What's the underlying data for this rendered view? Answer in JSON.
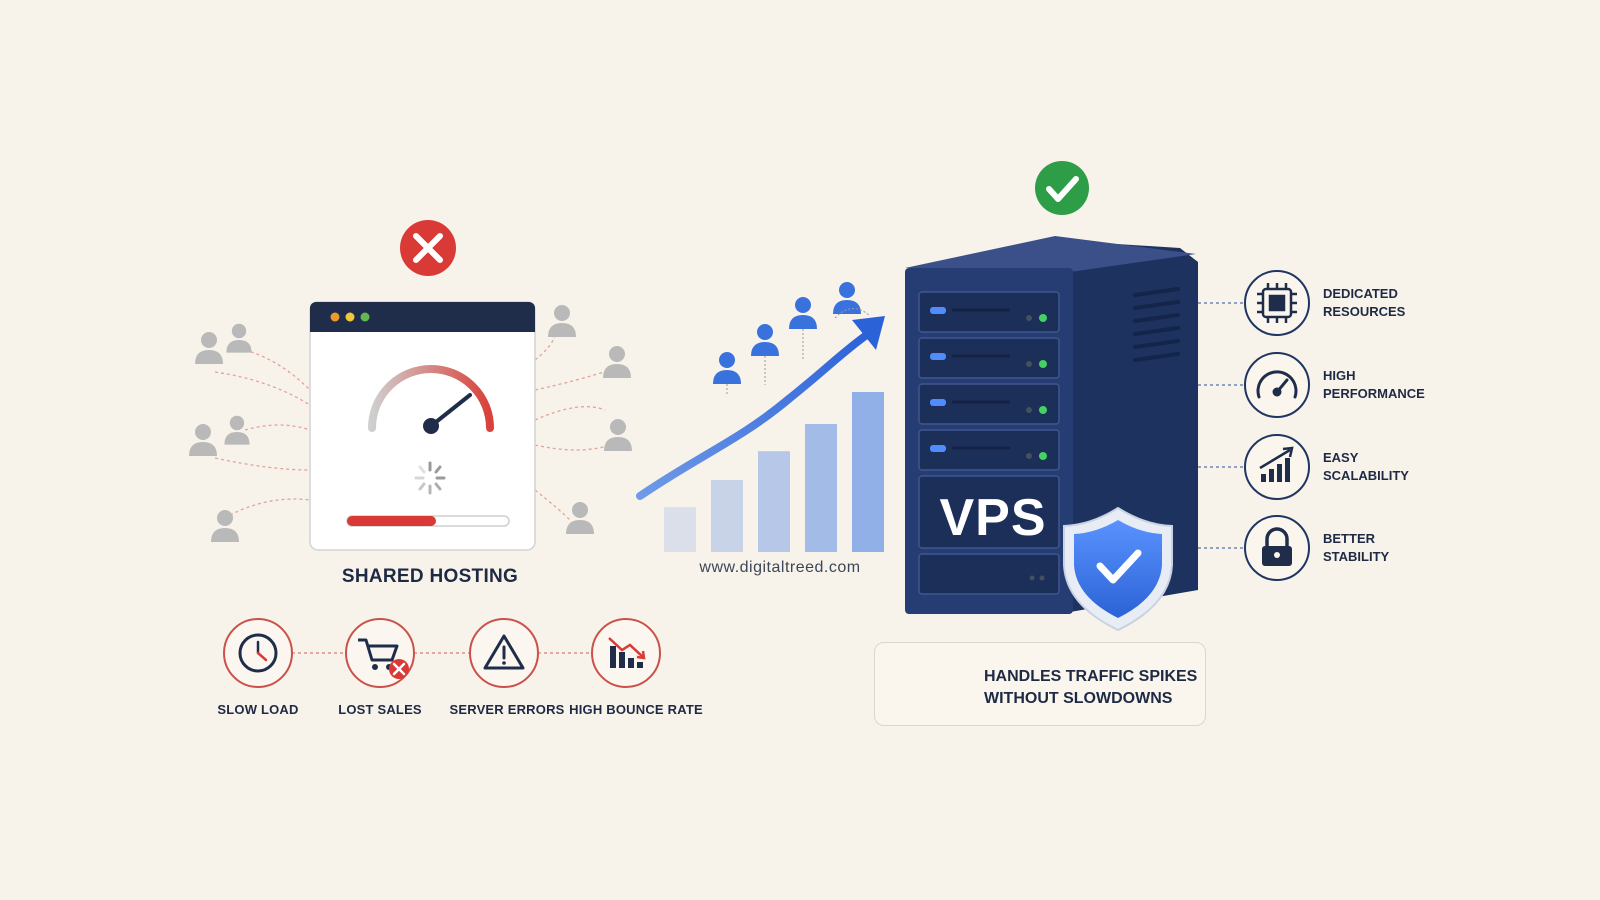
{
  "shared_hosting": {
    "title": "SHARED HOSTING",
    "status": "fail",
    "issues": [
      {
        "label": "SLOW LOAD",
        "icon": "clock-icon"
      },
      {
        "label": "LOST SALES",
        "icon": "cart-x-icon"
      },
      {
        "label": "SERVER ERRORS",
        "icon": "warning-icon"
      },
      {
        "label": "HIGH BOUNCE RATE",
        "icon": "chart-down-icon"
      }
    ],
    "load_progress": 0.55
  },
  "growth": {
    "url": "www.digitaltreed.com",
    "bars": [
      0.28,
      0.45,
      0.63,
      0.8,
      1.0
    ]
  },
  "vps": {
    "label": "VPS",
    "status": "pass",
    "features": [
      {
        "line1": "DEDICATED",
        "line2": "RESOURCES",
        "icon": "chip-icon"
      },
      {
        "line1": "HIGH",
        "line2": "PERFORMANCE",
        "icon": "speedometer-icon"
      },
      {
        "line1": "EASY",
        "line2": "SCALABILITY",
        "icon": "growth-chart-icon"
      },
      {
        "line1": "BETTER",
        "line2": "STABILITY",
        "icon": "lock-icon"
      }
    ],
    "callout": {
      "line1": "HANDLES TRAFFIC SPIKES",
      "line2": "WITHOUT SLOWDOWNS"
    }
  },
  "colors": {
    "background": "#f8f3ea",
    "navy": "#1e2a44",
    "server": "#1f3563",
    "red": "#d93a36",
    "green": "#2e9d48",
    "blue": "#3a72dd",
    "grey": "#b9b9b9"
  }
}
